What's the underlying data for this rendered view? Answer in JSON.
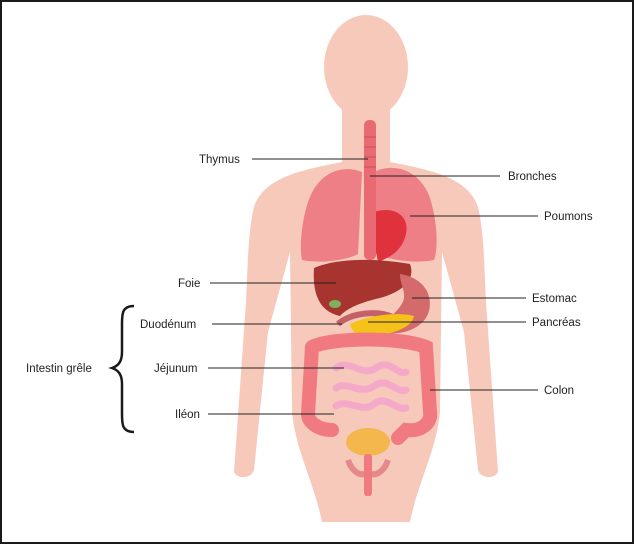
{
  "labels": {
    "thymus": "Thymus",
    "bronches": "Bronches",
    "poumons": "Poumons",
    "foie": "Foie",
    "estomac": "Estomac",
    "duodenum": "Duodénum",
    "pancreas": "Pancréas",
    "jejunum": "Jéjunum",
    "colon": "Colon",
    "ileon": "Iléon",
    "intestin_grele": "Intestin grêle"
  },
  "colors": {
    "body": "#f6c9bb",
    "lungs": "#ef7f86",
    "heart": "#e0323d",
    "liver": "#a8342f",
    "stomach": "#d46a6c",
    "pancreas": "#f5c21a",
    "colon": "#f07a80",
    "small_intestine": "#f5a9c8",
    "bladder": "#f4b74e",
    "trachea": "#e96a72"
  }
}
